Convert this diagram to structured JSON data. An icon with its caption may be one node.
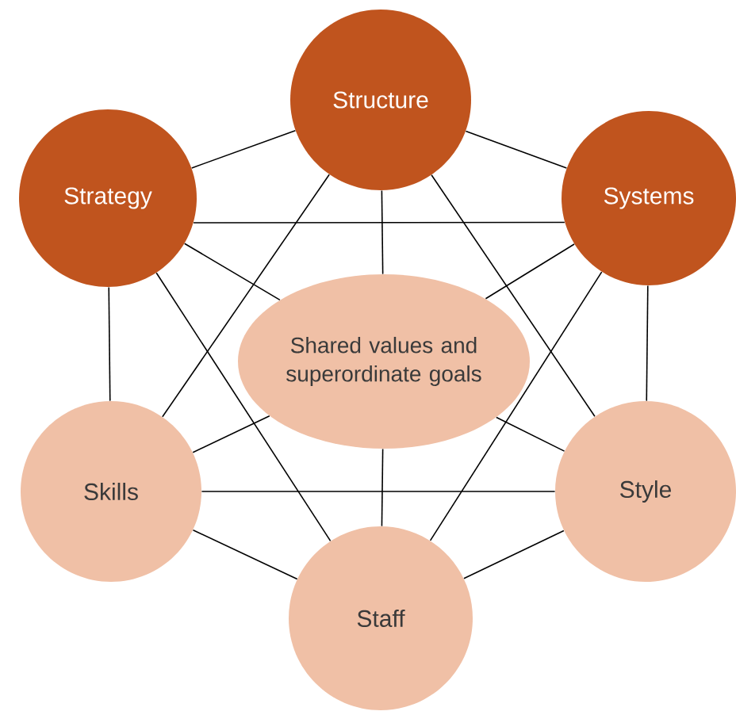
{
  "diagram": {
    "nodes": [
      {
        "text": [
          "Structure"
        ]
      },
      {
        "text": [
          "Strategy"
        ]
      },
      {
        "text": [
          "Systems"
        ]
      },
      {
        "text": [
          "Shared values and superordinate goals"
        ]
      },
      {
        "text": [
          "Skills"
        ]
      },
      {
        "text": [
          "Style"
        ]
      },
      {
        "text": [
          "Staff"
        ]
      }
    ],
    "edges": [
      {
        "from": 0,
        "to": 1,
        "arrow": "none"
      },
      {
        "from": 0,
        "to": 2,
        "arrow": "none"
      },
      {
        "from": 0,
        "to": 4,
        "arrow": "none"
      },
      {
        "from": 0,
        "to": 5,
        "arrow": "none"
      },
      {
        "from": 1,
        "to": 2,
        "arrow": "none"
      },
      {
        "from": 1,
        "to": 4,
        "arrow": "none"
      },
      {
        "from": 1,
        "to": 6,
        "arrow": "none"
      },
      {
        "from": 2,
        "to": 5,
        "arrow": "none"
      },
      {
        "from": 2,
        "to": 6,
        "arrow": "none"
      },
      {
        "from": 4,
        "to": 5,
        "arrow": "none"
      },
      {
        "from": 4,
        "to": 6,
        "arrow": "none"
      },
      {
        "from": 5,
        "to": 6,
        "arrow": "none"
      },
      {
        "from": 3,
        "to": 0,
        "arrow": "none"
      },
      {
        "from": 3,
        "to": 1,
        "arrow": "none"
      },
      {
        "from": 3,
        "to": 2,
        "arrow": "none"
      },
      {
        "from": 3,
        "to": 4,
        "arrow": "none"
      },
      {
        "from": 3,
        "to": 5,
        "arrow": "none"
      },
      {
        "from": 3,
        "to": 6,
        "arrow": "none"
      }
    ]
  }
}
